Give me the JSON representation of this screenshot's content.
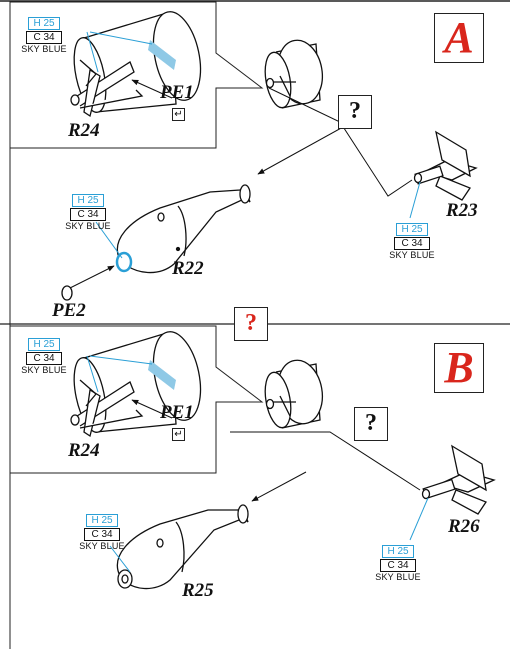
{
  "sections": [
    {
      "letter": "A",
      "question": "?",
      "detail_box": {
        "part_tag": "R24",
        "photo_etch_tag": "PE1",
        "bend_symbol": "↵",
        "paint": {
          "h_code": "H 25",
          "c_code": "C 34",
          "name": "SKY BLUE"
        }
      },
      "fin_tag": "R23",
      "fin_paint": {
        "h_code": "H 25",
        "c_code": "C 34",
        "name": "SKY BLUE"
      },
      "body_tag": "R22",
      "body_paint": {
        "h_code": "H 25",
        "c_code": "C 34",
        "name": "SKY BLUE"
      },
      "cap_tag": "PE2"
    },
    {
      "letter": "B",
      "warning_question": "?",
      "question": "?",
      "detail_box": {
        "part_tag": "R24",
        "photo_etch_tag": "PE1",
        "bend_symbol": "↵",
        "paint": {
          "h_code": "H 25",
          "c_code": "C 34",
          "name": "SKY BLUE"
        }
      },
      "fin_tag": "R26",
      "fin_paint": {
        "h_code": "H 25",
        "c_code": "C 34",
        "name": "SKY BLUE"
      },
      "body_tag": "R25",
      "body_paint": {
        "h_code": "H 25",
        "c_code": "C 34",
        "name": "SKY BLUE"
      }
    }
  ],
  "colors": {
    "accent_red": "#d9261c",
    "paint_blue": "#2a9fd6",
    "line": "#222222"
  }
}
